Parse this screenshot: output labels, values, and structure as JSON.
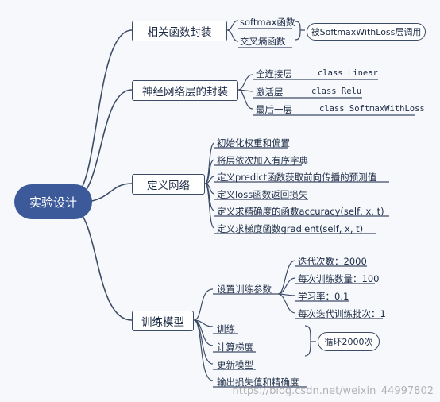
{
  "root": {
    "label": "实验设计"
  },
  "branches": [
    {
      "label": "相关函数封装",
      "items": [
        "softmax函数",
        "交叉熵函数"
      ],
      "note": "被SoftmaxWithLoss层调用"
    },
    {
      "label": "神经网络层的封装",
      "items": [
        {
          "name": "全连接层",
          "code": "class Linear"
        },
        {
          "name": "激活层",
          "code": "class Relu"
        },
        {
          "name": "最后一层",
          "code": "class SoftmaxWithLoss"
        }
      ]
    },
    {
      "label": "定义网络",
      "items": [
        "初始化权重和偏置",
        "将层依次加入有序字典",
        "定义predict函数获取前向传播的预测值",
        "定义loss函数返回损失",
        "定义求精确度的函数accuracy(self, x, t)",
        "定义求梯度函数gradient(self, x, t)"
      ]
    },
    {
      "label": "训练模型",
      "params_label": "设置训练参数",
      "params": [
        "迭代次数：2000",
        "每次训练数量：100",
        "学习率：0.1",
        "每次迭代训练批次：1"
      ],
      "steps": [
        "训练",
        "计算梯度",
        "更新模型",
        "输出损失值和精确度"
      ],
      "note": "循环2000次"
    }
  ],
  "colors": {
    "root": "#3c5a9a",
    "line": "#3d4c66",
    "box_border": "#3d4c66"
  },
  "watermark": "https://blog.csdn.net/weixin_44997802"
}
